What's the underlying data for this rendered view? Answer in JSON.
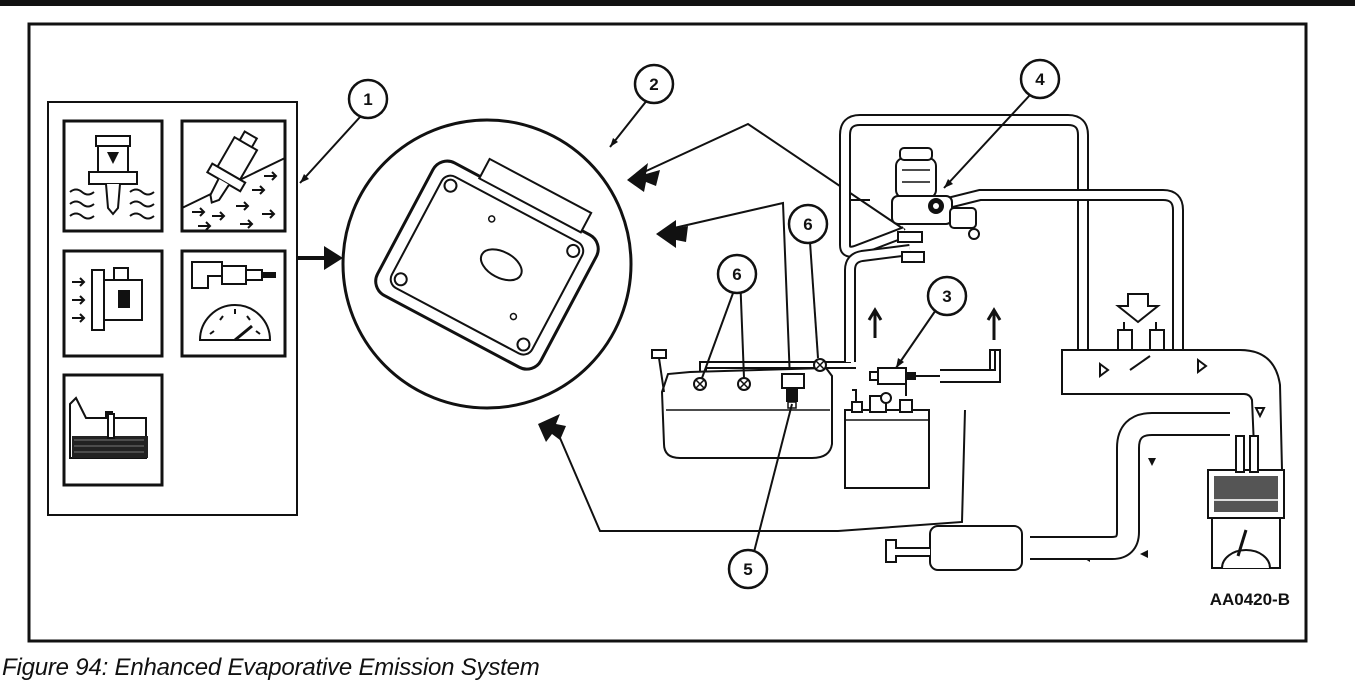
{
  "figure": {
    "drawing_code": "AA0420-B",
    "caption": "Figure 94: Enhanced Evaporative Emission System"
  },
  "callouts": [
    {
      "label": "1"
    },
    {
      "label": "2"
    },
    {
      "label": "3"
    },
    {
      "label": "4"
    },
    {
      "label": "5"
    },
    {
      "label": "6"
    },
    {
      "label": "6"
    }
  ]
}
